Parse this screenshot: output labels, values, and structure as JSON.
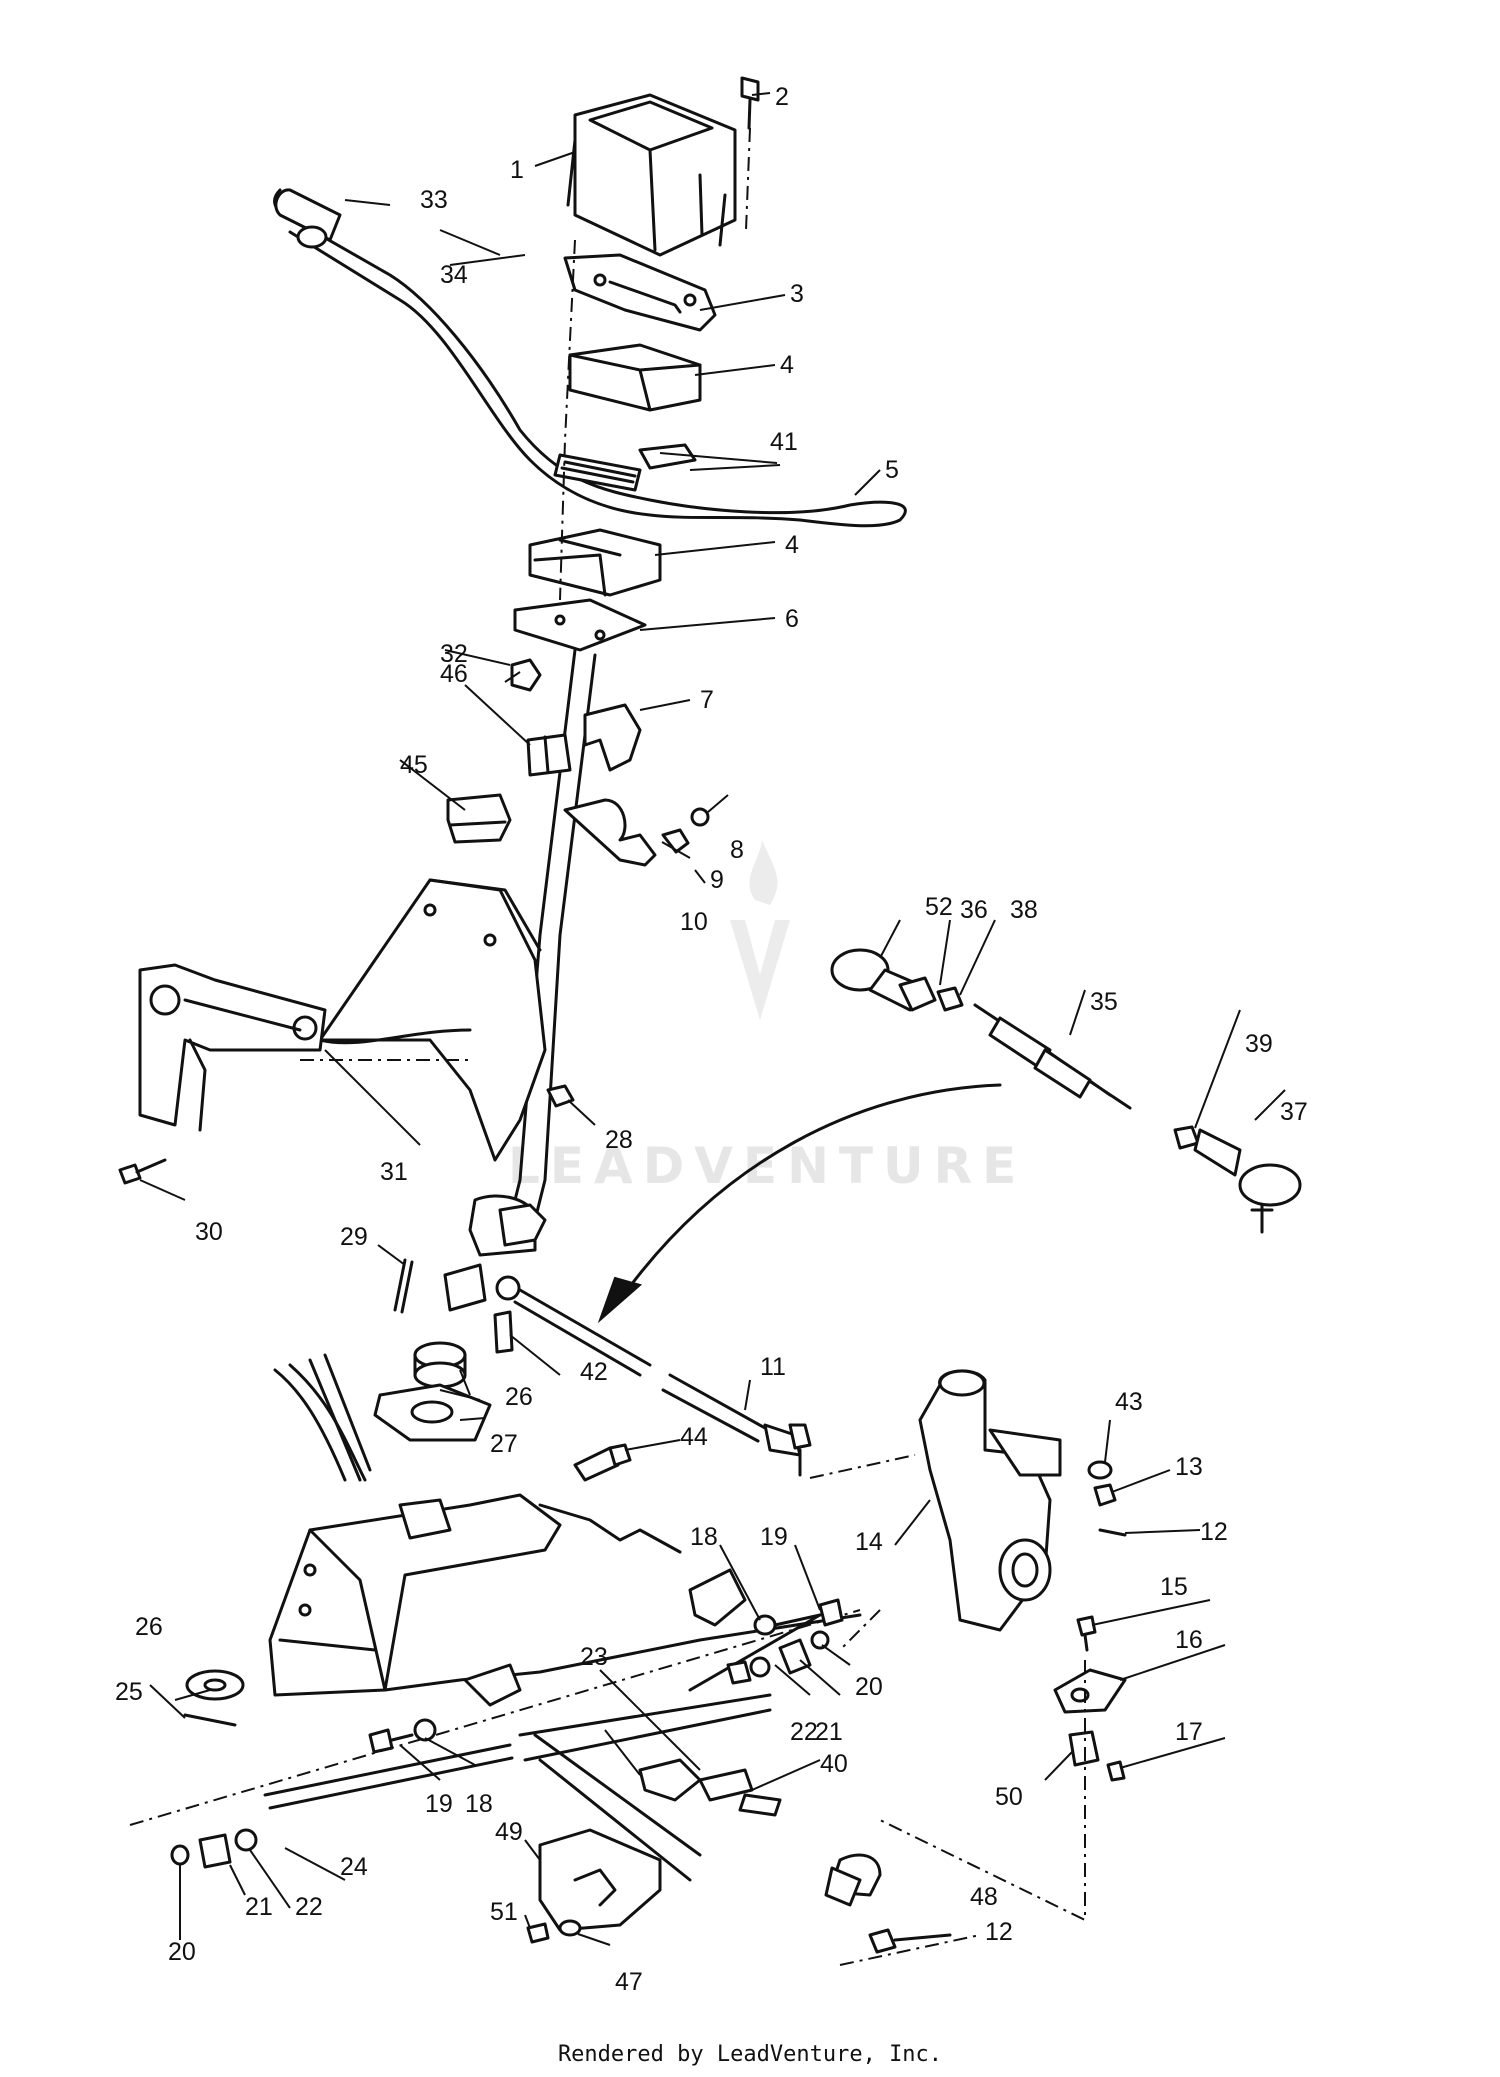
{
  "footer_text": "Rendered by LeadVenture, Inc.",
  "watermark_text": "LEADVENTURE",
  "callouts": [
    {
      "id": "c1",
      "text": "1"
    },
    {
      "id": "c2",
      "text": "2"
    },
    {
      "id": "c3",
      "text": "3"
    },
    {
      "id": "c4a",
      "text": "4"
    },
    {
      "id": "c4b",
      "text": "4"
    },
    {
      "id": "c5",
      "text": "5"
    },
    {
      "id": "c6",
      "text": "6"
    },
    {
      "id": "c7",
      "text": "7"
    },
    {
      "id": "c8",
      "text": "8"
    },
    {
      "id": "c9",
      "text": "9"
    },
    {
      "id": "c10",
      "text": "10"
    },
    {
      "id": "c11",
      "text": "11"
    },
    {
      "id": "c12a",
      "text": "12"
    },
    {
      "id": "c12b",
      "text": "12"
    },
    {
      "id": "c13",
      "text": "13"
    },
    {
      "id": "c14",
      "text": "14"
    },
    {
      "id": "c15",
      "text": "15"
    },
    {
      "id": "c16",
      "text": "16"
    },
    {
      "id": "c17",
      "text": "17"
    },
    {
      "id": "c18a",
      "text": "18"
    },
    {
      "id": "c18b",
      "text": "18"
    },
    {
      "id": "c19a",
      "text": "19"
    },
    {
      "id": "c19b",
      "text": "19"
    },
    {
      "id": "c20a",
      "text": "20"
    },
    {
      "id": "c20b",
      "text": "20"
    },
    {
      "id": "c21a",
      "text": "21"
    },
    {
      "id": "c21b",
      "text": "21"
    },
    {
      "id": "c22a",
      "text": "22"
    },
    {
      "id": "c22b",
      "text": "22"
    },
    {
      "id": "c23",
      "text": "23"
    },
    {
      "id": "c24",
      "text": "24"
    },
    {
      "id": "c25",
      "text": "25"
    },
    {
      "id": "c26a",
      "text": "26"
    },
    {
      "id": "c26b",
      "text": "26"
    },
    {
      "id": "c27",
      "text": "27"
    },
    {
      "id": "c28",
      "text": "28"
    },
    {
      "id": "c29",
      "text": "29"
    },
    {
      "id": "c30",
      "text": "30"
    },
    {
      "id": "c31",
      "text": "31"
    },
    {
      "id": "c32",
      "text": "32"
    },
    {
      "id": "c33",
      "text": "33"
    },
    {
      "id": "c34",
      "text": "34"
    },
    {
      "id": "c35",
      "text": "35"
    },
    {
      "id": "c36",
      "text": "36"
    },
    {
      "id": "c37",
      "text": "37"
    },
    {
      "id": "c38",
      "text": "38"
    },
    {
      "id": "c39",
      "text": "39"
    },
    {
      "id": "c40",
      "text": "40"
    },
    {
      "id": "c41",
      "text": "41"
    },
    {
      "id": "c42",
      "text": "42"
    },
    {
      "id": "c43",
      "text": "43"
    },
    {
      "id": "c44",
      "text": "44"
    },
    {
      "id": "c45",
      "text": "45"
    },
    {
      "id": "c46",
      "text": "46"
    },
    {
      "id": "c47",
      "text": "47"
    },
    {
      "id": "c48",
      "text": "48"
    },
    {
      "id": "c49",
      "text": "49"
    },
    {
      "id": "c50",
      "text": "50"
    },
    {
      "id": "c51",
      "text": "51"
    },
    {
      "id": "c52",
      "text": "52"
    }
  ]
}
